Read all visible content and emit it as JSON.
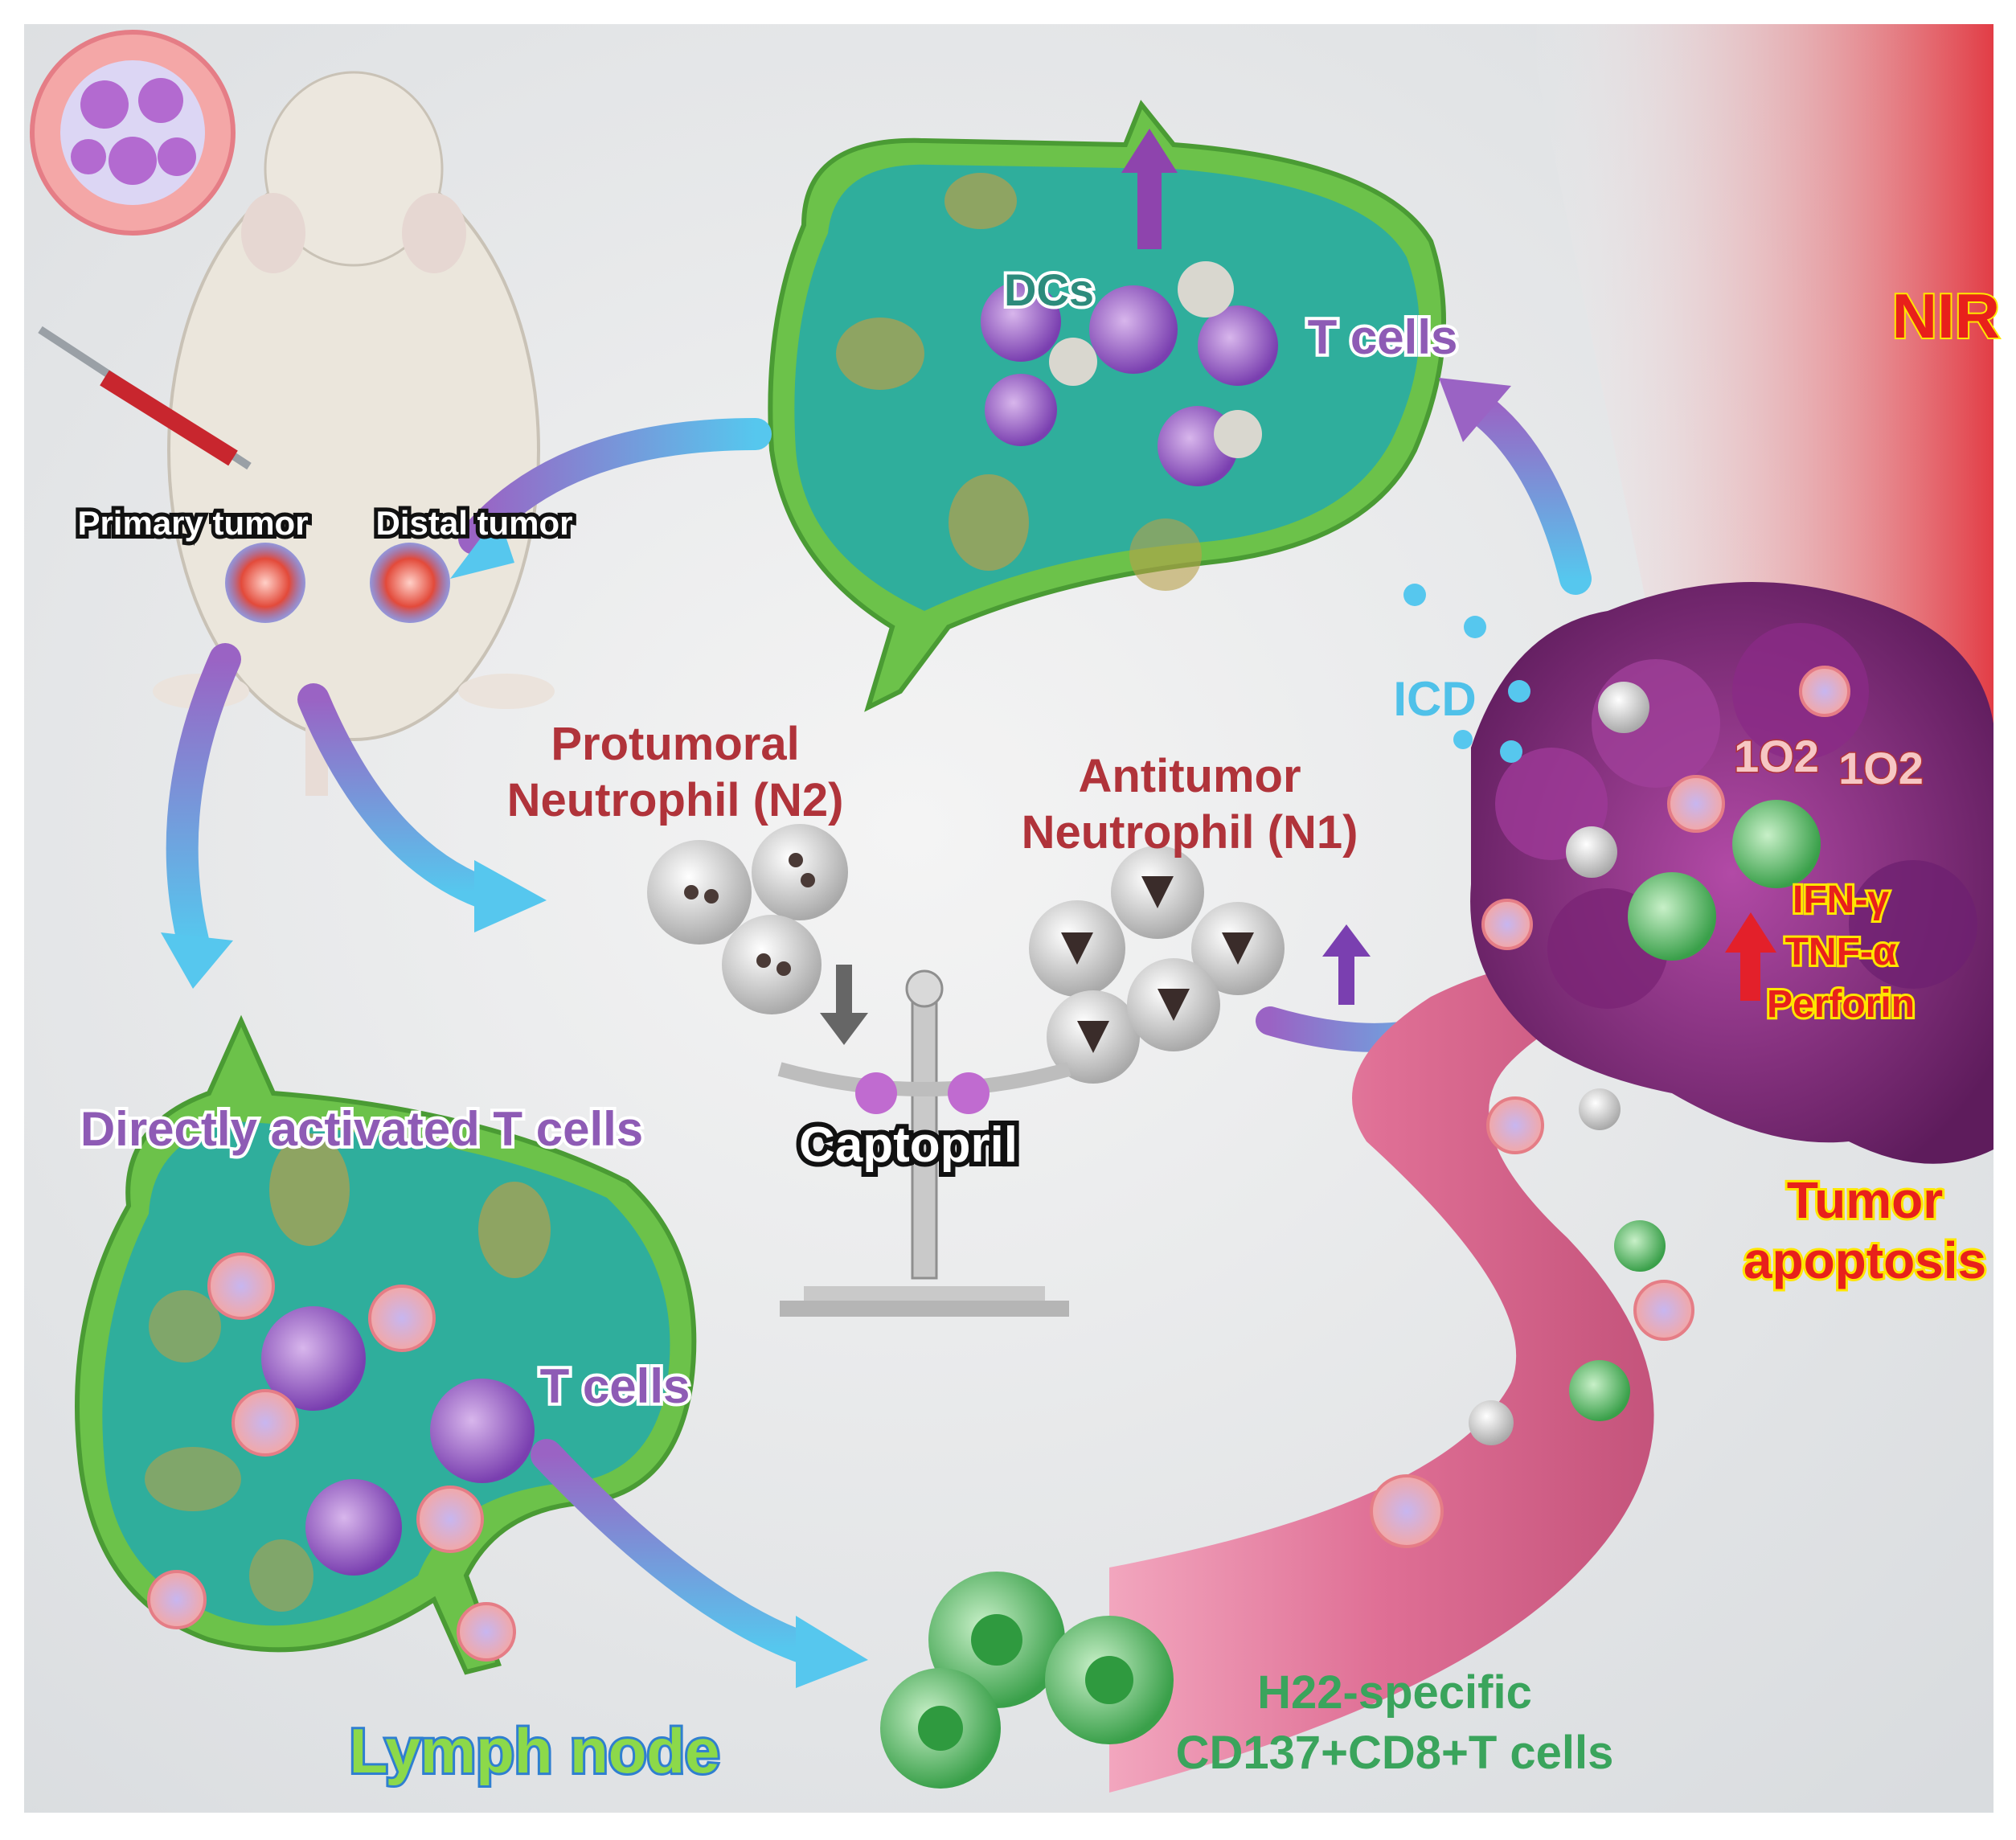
{
  "labels": {
    "nir": "NIR",
    "primary_tumor": "Primary tumor",
    "distal_tumor": "Distal  tumor",
    "dcs": "DCs",
    "t_cells_top": "T cells",
    "icd": "ICD",
    "singlet_o2_a": "1O2",
    "singlet_o2_b": "1O2",
    "protumoral_line1": "Protumoral",
    "protumoral_line2": "Neutrophil (N2)",
    "antitumor_line1": "Antitumor",
    "antitumor_line2": "Neutrophil (N1)",
    "captopril": "Captopril",
    "ifn": "IFN-γ",
    "tnf": "TNF-α",
    "perforin": "Perforin",
    "tumor_apoptosis_line1": "Tumor",
    "tumor_apoptosis_line2": "apoptosis",
    "directly_activated": "Directly activated T cells",
    "t_cells_bottom": "T cells",
    "lymph_node": "Lymph node",
    "h22_line1": "H22-specific",
    "h22_line2": "CD137+CD8+T cells"
  },
  "colors": {
    "purple_text": "#8e5bb5",
    "red_text": "#b0333a",
    "green_text": "#3aa45c",
    "cyan_text": "#4fc1e9",
    "tumor_label": "#e8201b",
    "cytokine_fill": "#e8201b",
    "cytokine_outline": "#ffe600",
    "lymph_green": "#6cc24a",
    "lymph_interior": "#2fae9c",
    "vessel_pink": "#e07b9c",
    "tumor_purple": "#8a2a86"
  }
}
